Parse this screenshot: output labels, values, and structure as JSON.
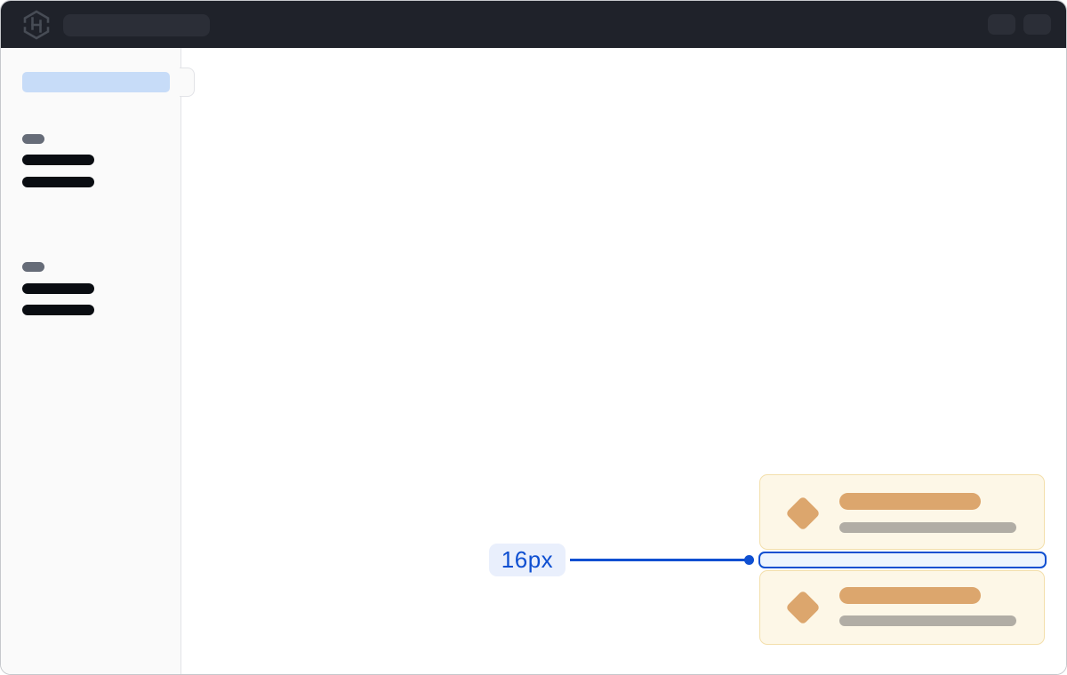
{
  "topbar": {
    "logo_icon": "hashicorp-logo",
    "search_skeleton": {
      "shape": "pill",
      "text": ""
    },
    "action_skeletons": [
      {
        "shape": "pill"
      },
      {
        "shape": "pill"
      }
    ]
  },
  "sidebar": {
    "active_item_skeleton": {
      "shape": "bar",
      "state": "active"
    },
    "toggle_tab": {
      "shape": "notch"
    },
    "groups": [
      {
        "label_skeleton": true,
        "item_skeletons": 2
      },
      {
        "label_skeleton": true,
        "item_skeletons": 2
      }
    ]
  },
  "cards": [
    {
      "icon": "diamond",
      "title_skeleton": true,
      "subtitle_skeleton": true
    },
    {
      "icon": "diamond",
      "title_skeleton": true,
      "subtitle_skeleton": true
    }
  ],
  "annotation": {
    "label": "16px",
    "target": "vertical-gap-between-cards"
  },
  "colors": {
    "topbar_bg": "#1f222a",
    "topbar_pill": "#2b2e37",
    "logo_gray": "#474c55",
    "window_border": "#c6c8cc",
    "sidebar_bg": "#fafafa",
    "sidebar_border": "#e2e3e7",
    "active_item_blue": "#c7dcf8",
    "section_label_gray": "#666c78",
    "nav_item_dark": "#0a0d12",
    "card_bg": "#fdf7e7",
    "card_border": "#f3dfab",
    "diamond_orange": "#dca66d",
    "card_subtitle_gray": "#b1ada5",
    "accent_blue": "#0e4fd1",
    "annotation_pill_bg": "#e9effc",
    "highlight_fill": "#edf4fe"
  }
}
